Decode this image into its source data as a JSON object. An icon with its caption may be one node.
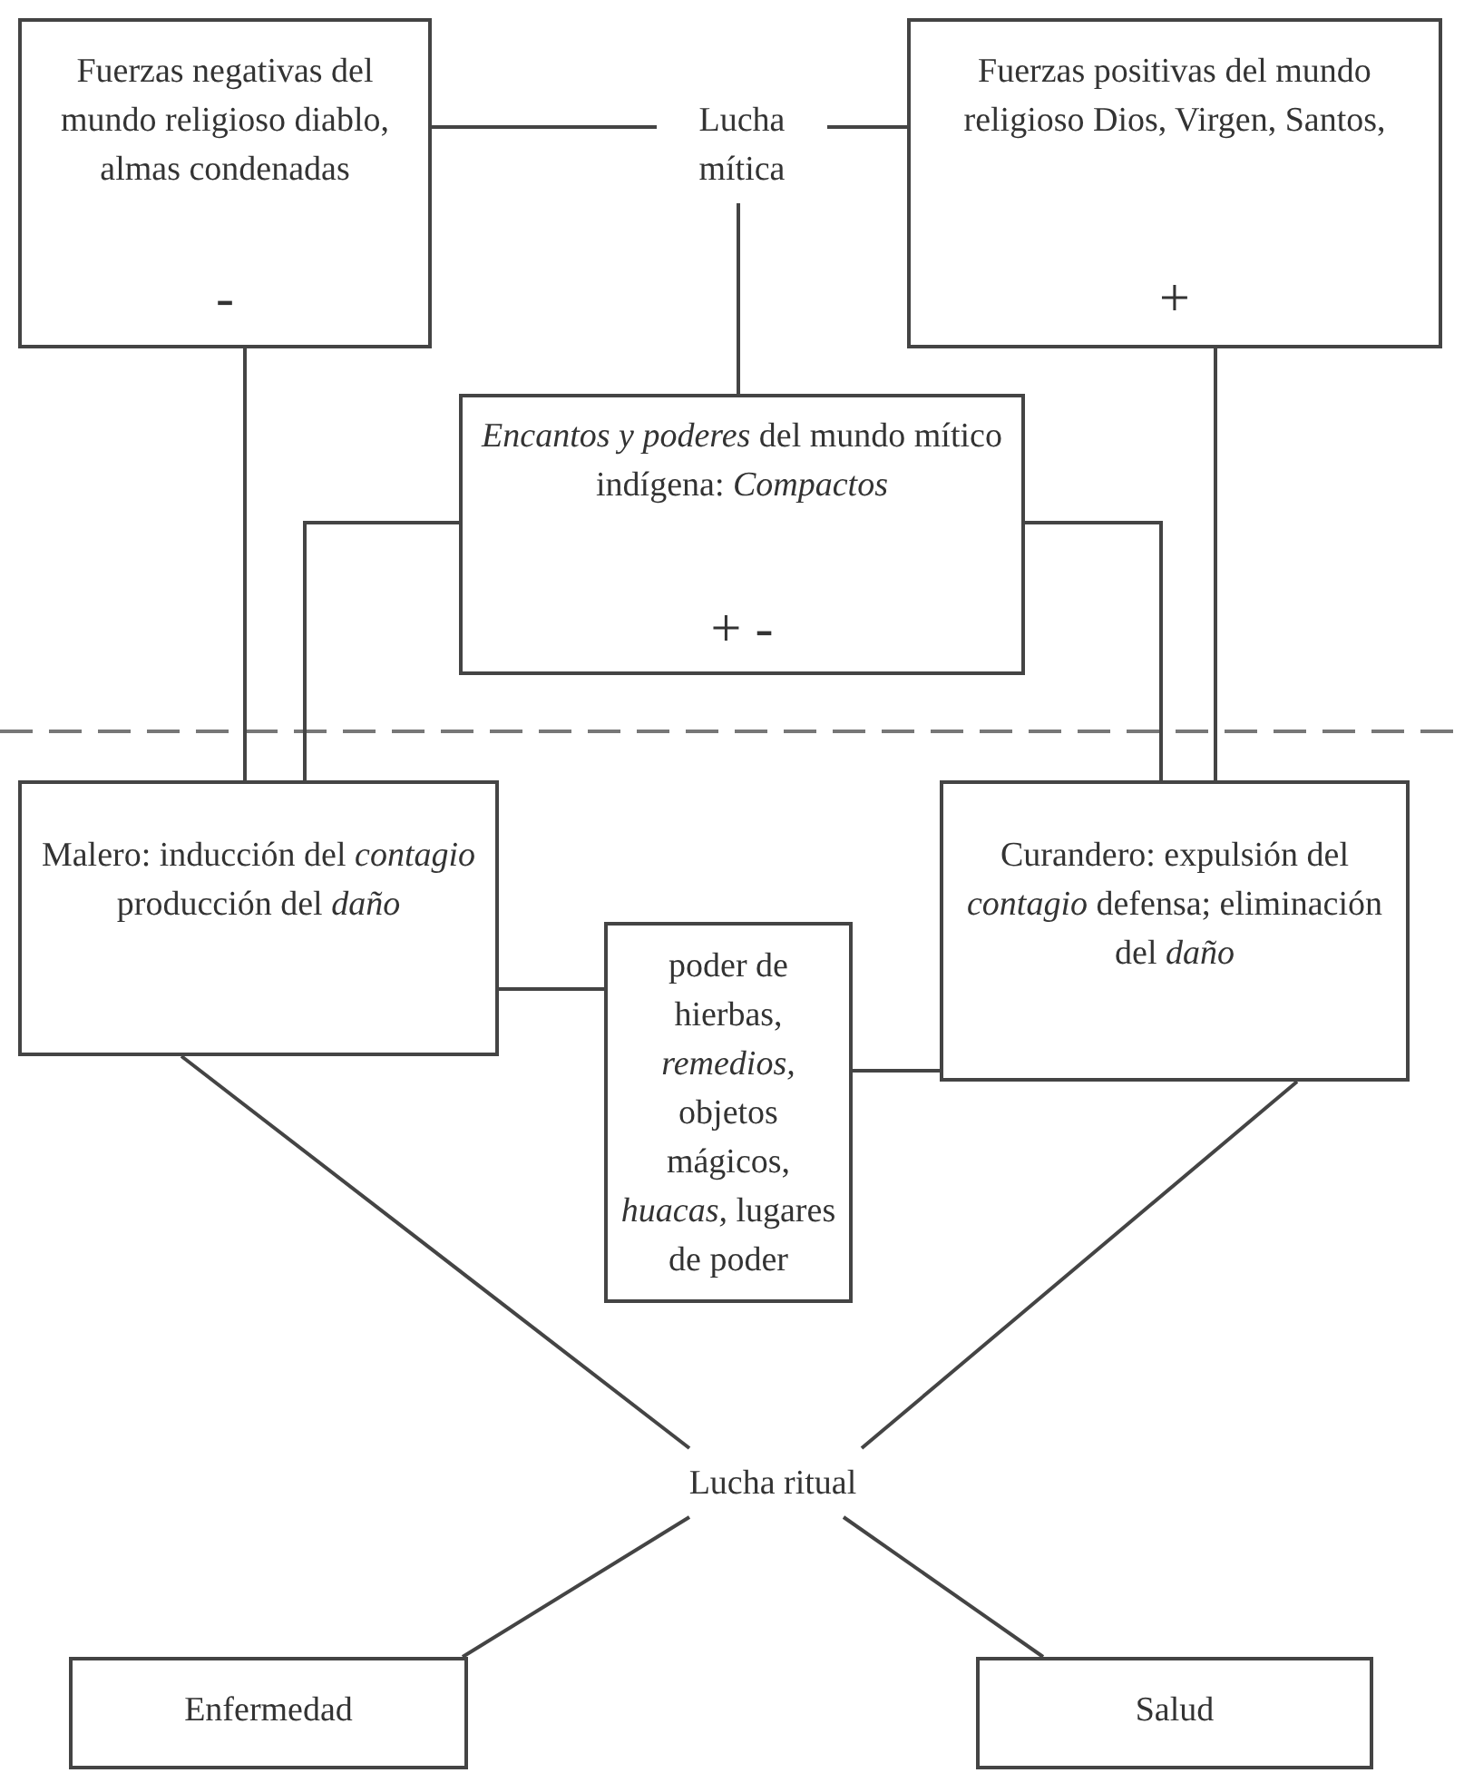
{
  "diagram": {
    "nodes": [
      {
        "text": [
          "Fuerzas negativas del mundo religioso diablo, almas condenadas",
          "-"
        ]
      },
      {
        "text": [
          "Lucha mítica"
        ]
      },
      {
        "text": [
          "Fuerzas positivas del mundo religioso Dios, Virgen, Santos,",
          "+"
        ]
      },
      {
        "text": [
          "*Encantos y poderes* del mundo mítico indígena: *Compactos*",
          "+ -"
        ]
      },
      {
        "text": [
          "Malero: inducción del *contagio* producción del *daño*"
        ]
      },
      {
        "text": [
          "poder de hierbas, *remedios,* objetos mágicos, *huacas,* lugares de poder"
        ]
      },
      {
        "text": [
          "Curandero: expulsión del *contagio* defensa; eliminación del *daño*"
        ]
      },
      {
        "text": [
          "Lucha ritual"
        ]
      },
      {
        "text": [
          "Enfermedad"
        ]
      },
      {
        "text": [
          "Salud"
        ]
      }
    ],
    "edges": [
      {
        "from": 0,
        "to": 1,
        "arrow": "none"
      },
      {
        "from": 1,
        "to": 2,
        "arrow": "none"
      },
      {
        "from": 1,
        "to": 3,
        "arrow": "none"
      },
      {
        "from": 0,
        "to": 4,
        "arrow": "none"
      },
      {
        "from": 2,
        "to": 6,
        "arrow": "none"
      },
      {
        "from": 3,
        "to": 4,
        "arrow": "none"
      },
      {
        "from": 3,
        "to": 6,
        "arrow": "none"
      },
      {
        "from": 4,
        "to": 5,
        "arrow": "none"
      },
      {
        "from": 5,
        "to": 6,
        "arrow": "none"
      },
      {
        "from": 4,
        "to": 7,
        "arrow": "none"
      },
      {
        "from": 6,
        "to": 7,
        "arrow": "none"
      },
      {
        "from": 7,
        "to": 8,
        "arrow": "none"
      },
      {
        "from": 7,
        "to": 9,
        "arrow": "none"
      }
    ]
  }
}
